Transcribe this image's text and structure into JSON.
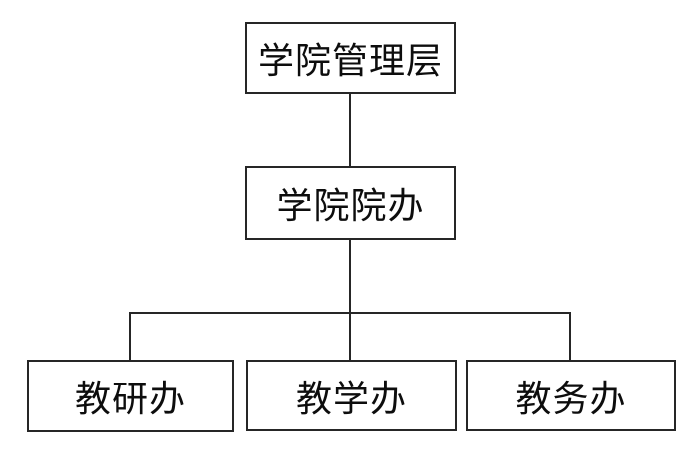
{
  "diagram": {
    "type": "org-chart",
    "colors": {
      "background": "#ffffff",
      "border": "#262626",
      "text": "#0d0d0d"
    },
    "nodes": [
      {
        "id": "college-management",
        "label": "学院管理层",
        "level": 1
      },
      {
        "id": "college-office",
        "label": "学院院办",
        "level": 2
      },
      {
        "id": "teaching-research-office",
        "label": "教研办",
        "level": 3
      },
      {
        "id": "teaching-office",
        "label": "教学办",
        "level": 3
      },
      {
        "id": "academic-affairs-office",
        "label": "教务办",
        "level": 3
      }
    ],
    "edges": [
      {
        "from": "college-management",
        "to": "college-office"
      },
      {
        "from": "college-office",
        "to": "teaching-research-office"
      },
      {
        "from": "college-office",
        "to": "teaching-office"
      },
      {
        "from": "college-office",
        "to": "academic-affairs-office"
      }
    ]
  }
}
